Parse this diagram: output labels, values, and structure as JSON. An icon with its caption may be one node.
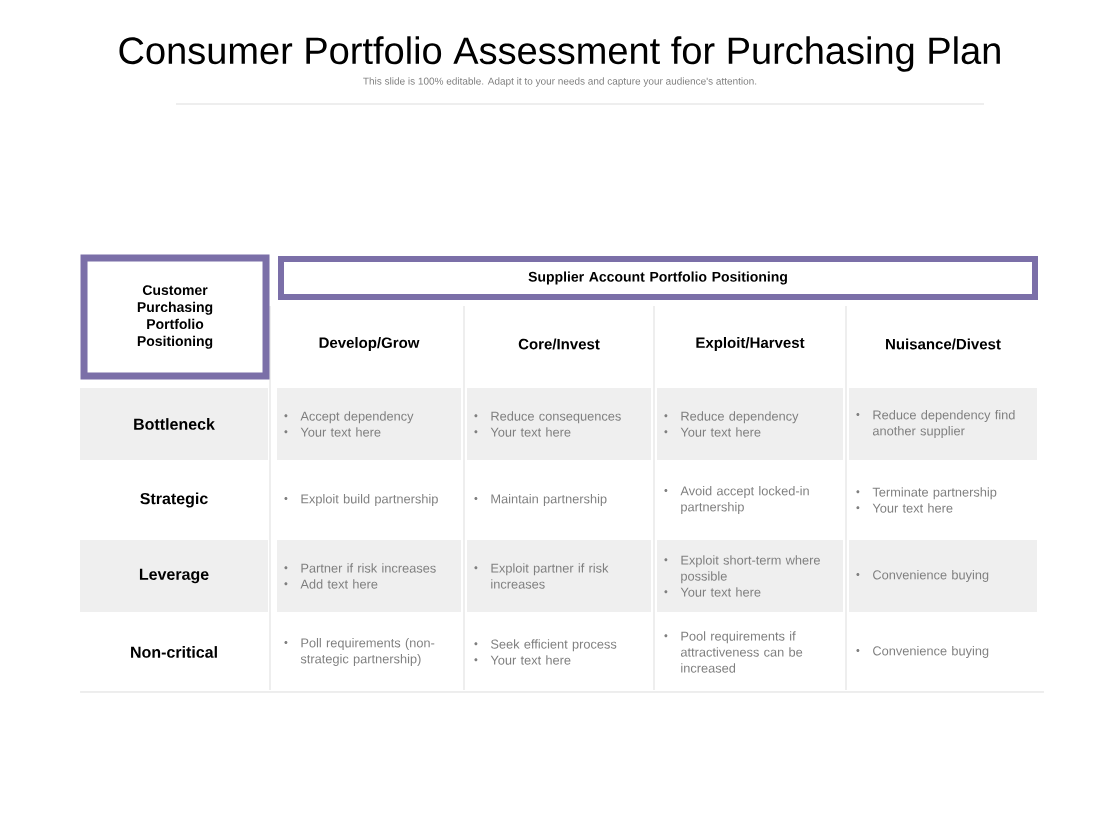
{
  "diagram": {
    "title": "Consumer Portfolio Assessment for Purchasing Plan",
    "nodes": [
      {
        "text": [
          "Customer Purchasing Portfolio Positioning"
        ]
      },
      {
        "text": [
          "Supplier Account Portfolio Positioning"
        ]
      }
    ],
    "labels": [
      "This slide is 100% editable. Adapt it to your needs and capture your audience's attention.",
      "Develop/Grow",
      "Core/Invest",
      "Exploit/Harvest",
      "Nuisance/Divest",
      "Bottleneck",
      "Accept dependency",
      "Your text here",
      "Reduce consequences",
      "Your text here",
      "Reduce dependency",
      "Your text here",
      "Reduce dependency find another supplier",
      "Strategic",
      "Exploit build partnership",
      "Maintain partnership",
      "Avoid accept locked-in partnership",
      "Terminate partnership",
      "Your text here",
      "Leverage",
      "Partner if risk increases",
      "Add text here",
      "Exploit partner if risk increases",
      "Exploit short-term where possible",
      "Your text here",
      "Convenience buying",
      "Non-critical",
      "Poll requirements (non-strategic partnership)",
      "Seek efficient process",
      "Your text here",
      "Pool requirements if attractiveness can be increased",
      "Convenience buying"
    ]
  }
}
